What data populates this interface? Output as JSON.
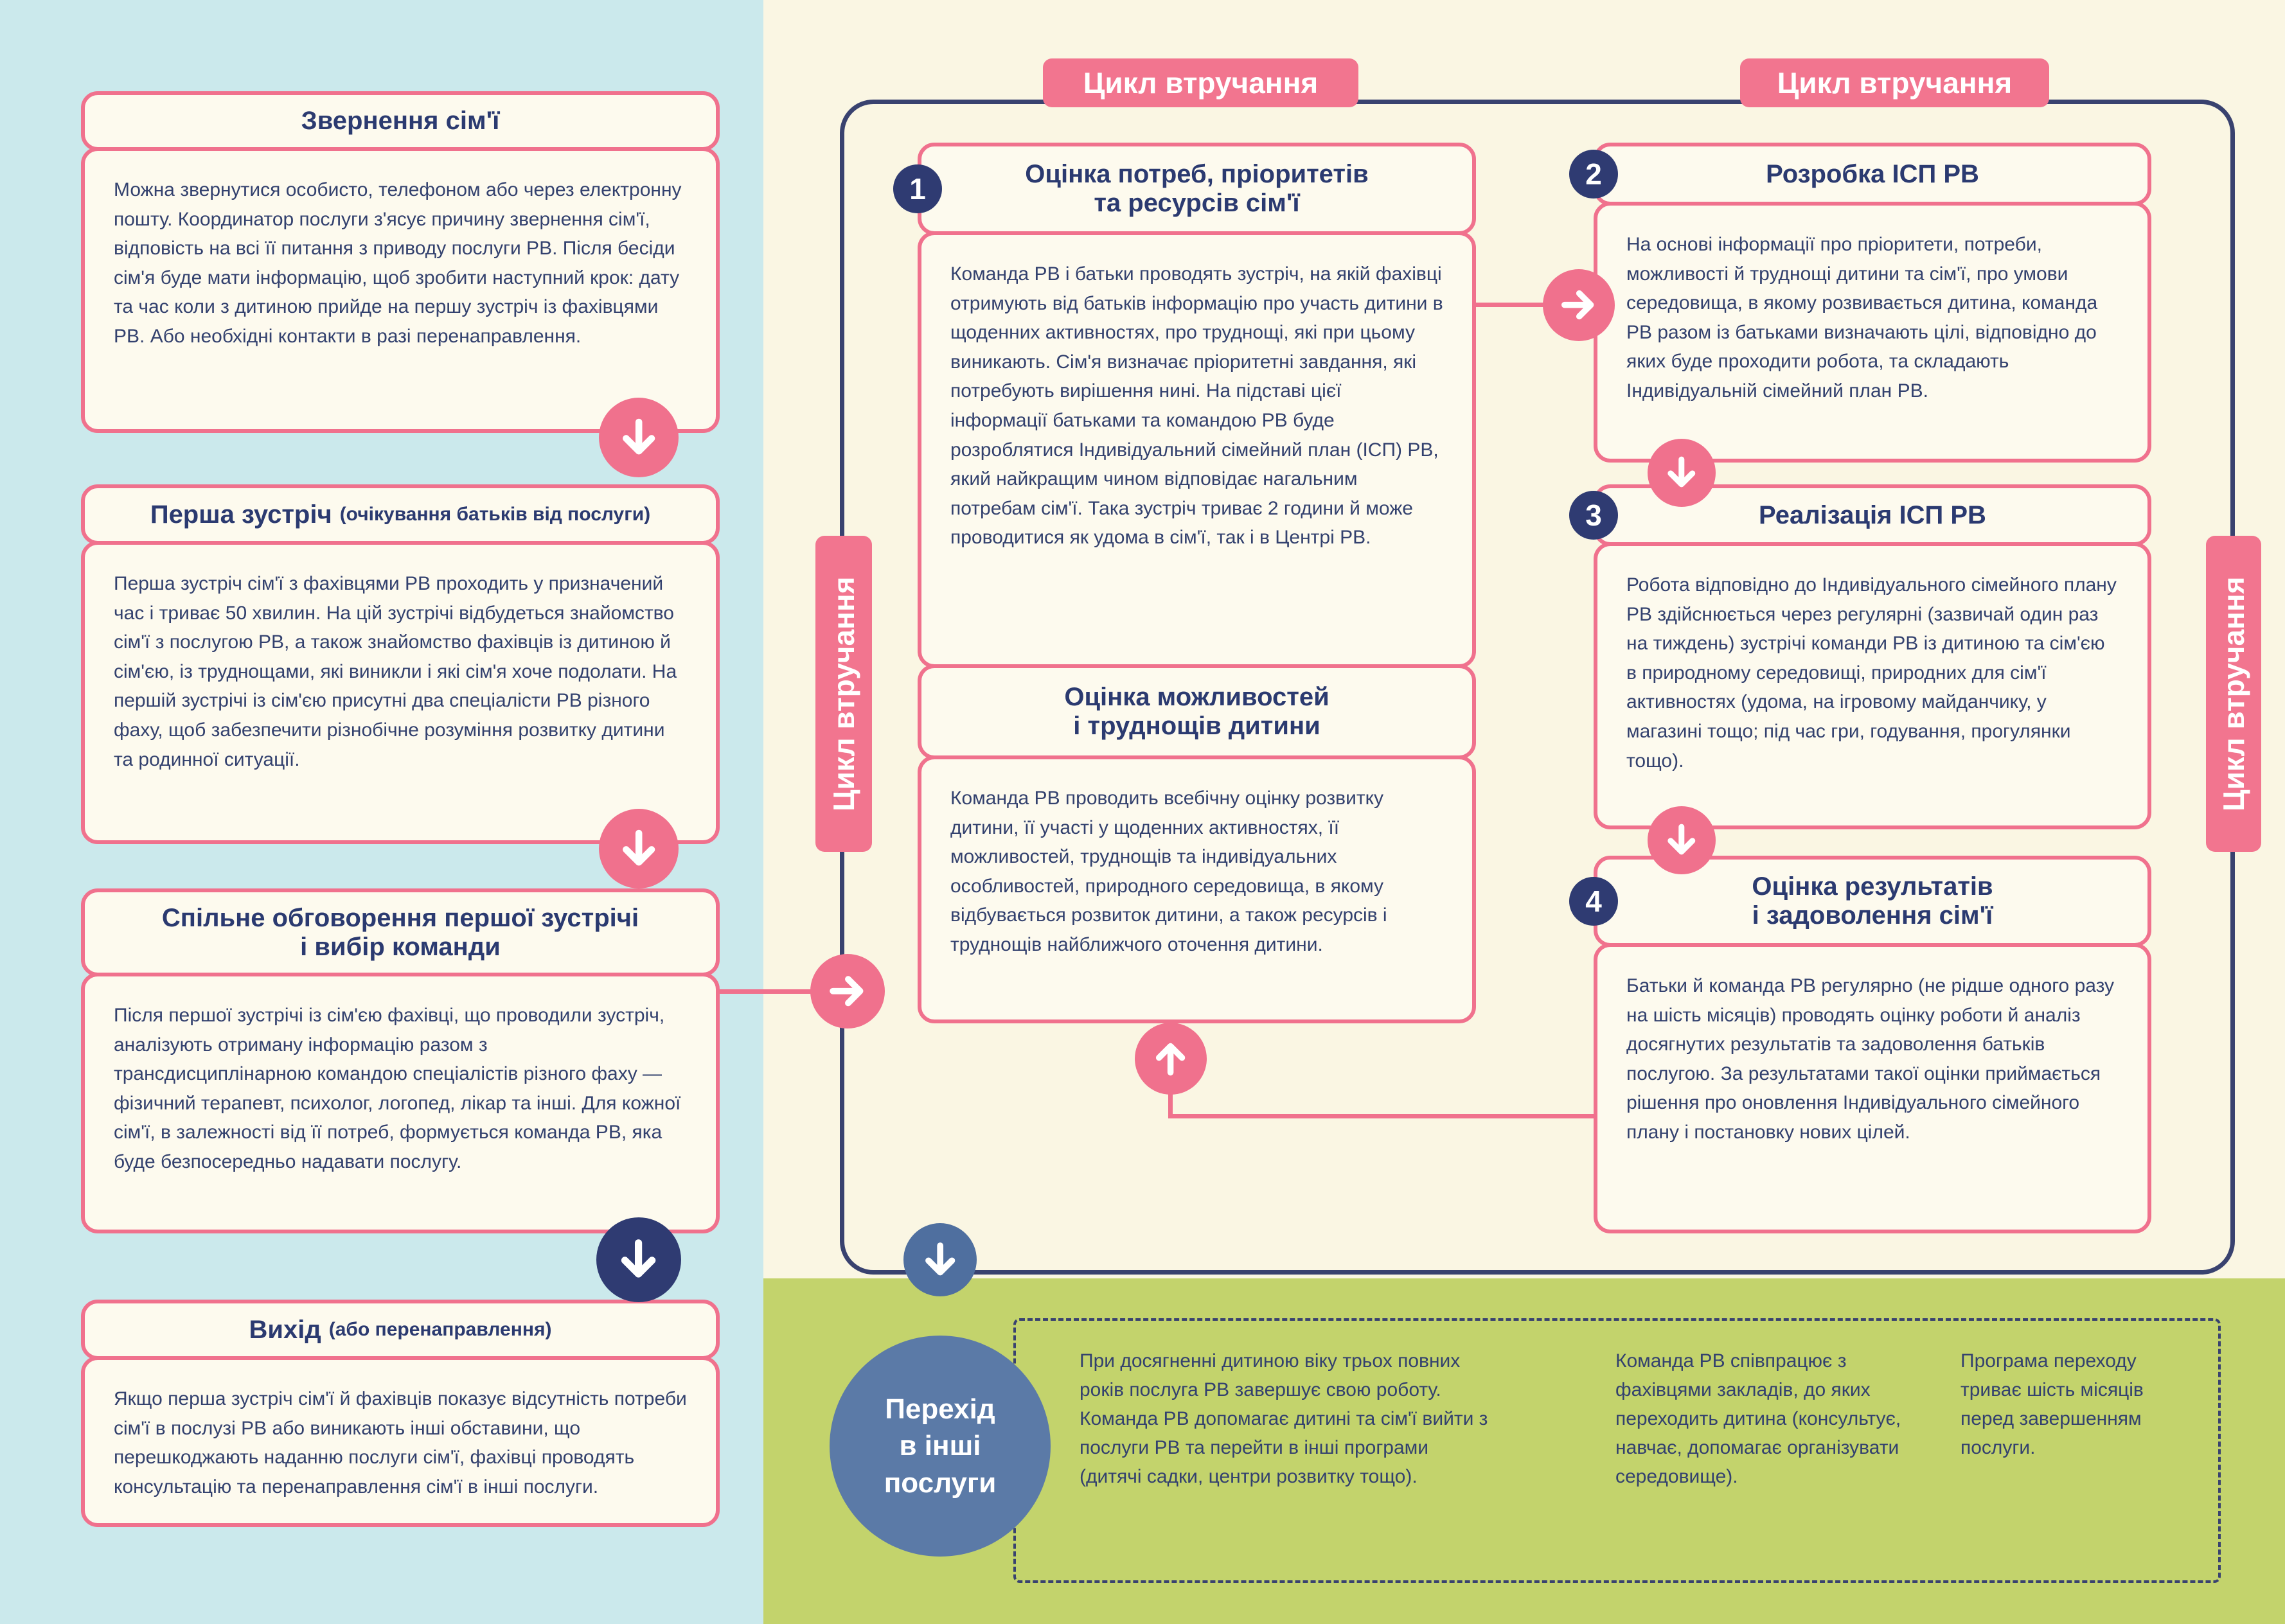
{
  "colors": {
    "pink": "#f0718d",
    "navy": "#2f3b72",
    "slate_blue": "#5b7aa7",
    "light_blue": "#cbe9ec",
    "cream": "#faf6e3",
    "green": "#c3d36c"
  },
  "left_panel": {
    "boxes": [
      {
        "title": "Звернення сім'ї",
        "body": "Можна звернутися особисто, телефоном або через електронну пошту. Координатор послуги з'ясує причину звернення сім'ї, відповість на всі її питання з приводу послуги РВ. Після бесіди сім'я буде мати інформацію, щоб зробити наступний крок: дату та час коли з дитиною прийде на першу зустріч із фахівцями РВ. Або необхідні контакти в разі перенаправлення."
      },
      {
        "title": "Перша зустріч",
        "title_suffix": "(очікування батьків від послуги)",
        "body": "Перша зустріч сім'ї з фахівцями РВ проходить у призначений час і триває 50 хвилин. На цій зустрічі відбудеться знайомство сім'ї з послугою РВ, а також знайомство фахівців із дитиною й сім'єю, із труднощами, які виникли і які сім'я хоче подолати. На першій зустрічі із сім'єю присутні два спеціалісти РВ різного фаху, щоб забезпечити різнобічне розуміння розвитку дитини та родинної ситуації."
      },
      {
        "title": "Спільне обговорення першої зустрічі\nі вибір команди",
        "body": "Після першої зустрічі із сім'єю фахівці, що проводили зустріч, аналізують отриману інформацію разом з трансдисциплінарною командою спеціалістів різного фаху — фізичний терапевт, психолог, логопед, лікар та інші. Для кожної сім'ї, в залежності від її потреб, формується команда РВ, яка буде безпосередньо надавати послугу."
      },
      {
        "title": "Вихід",
        "title_suffix": "(або перенаправлення)",
        "body": "Якщо перша зустріч сім'ї й фахівців показує відсутність потреби сім'ї в послузі РВ або виникають інші обставини, що перешкоджають наданню послуги сім'ї, фахівці проводять консультацію та перенаправлення сім'ї в інші послуги."
      }
    ]
  },
  "cycle": {
    "tab_label": "Цикл втручання",
    "steps": {
      "s1": {
        "number": "1",
        "title": "Оцінка потреб, пріоритетів\nта ресурсів сім'ї",
        "body": "Команда РВ і батьки проводять зустріч, на якій фахівці отримують від батьків інформацію про участь дитини в щоденних активностях, про труднощі, які при цьому виникають. Сім'я визначає пріоритетні завдання, які потребують вирішення нині. На підставі цієї інформації батьками та командою РВ буде розроблятися Індивідуальний сімейний план (ІСП) РВ, який найкращим чином відповідає нагальним потребам сім'ї. Така зустріч триває 2 години й може проводитися як удома в сім'ї, так і в Центрі РВ."
      },
      "s1_sub": {
        "title": "Оцінка можливостей\nі труднощів дитини",
        "body": "Команда РВ проводить всебічну оцінку розвитку дитини, її участі у щоденних активностях, її можливостей, труднощів та індивідуальних особливостей, природного середовища, в якому відбувається розвиток дитини, а також ресурсів і труднощів найближчого оточення дитини."
      },
      "s2": {
        "number": "2",
        "title": "Розробка ІСП РВ",
        "body": "На основі інформації про пріоритети, потреби, можливості й труднощі дитини та сім'ї, про умови середовища, в якому розвивається дитина, команда РВ разом із батьками визначають цілі, відповідно до яких буде проходити робота, та складають Індивідуальній сімейний план РВ."
      },
      "s3": {
        "number": "3",
        "title": "Реалізація ІСП РВ",
        "body": "Робота відповідно до Індивідуального сімейного плану РВ здійснюється через регулярні (зазвичай один раз на тиждень) зустрічі команди РВ із дитиною та сім'єю в природному середовищі, природних для сім'ї активностях (удома, на ігровому майданчику, у магазині тощо; під час гри, годування, прогулянки тощо)."
      },
      "s4": {
        "number": "4",
        "title": "Оцінка результатів\nі задоволення сім'ї",
        "body": "Батьки й команда РВ регулярно (не рідше одного разу на шість місяців) проводять оцінку роботи й аналіз досягнутих результатів та задоволення батьків послугою. За результатами такої оцінки приймається рішення про оновлення Індивідуального сімейного плану і постановку нових цілей."
      }
    }
  },
  "transition": {
    "circle_label": "Перехід\nв інші\nпослуги",
    "notes": [
      "При досягненні дитиною віку трьох повних років послуга РВ завершує свою роботу. Команда РВ допомагає дитині та сім'ї вийти з послуги РВ та перейти в інші програми (дитячі садки, центри розвитку тощо).",
      "Команда РВ співпрацює з фахівцями закладів, до яких переходить дитина (консультує, навчає, допомагає організувати середовище).",
      "Програма переходу триває шість місяців перед завершенням послуги."
    ]
  }
}
